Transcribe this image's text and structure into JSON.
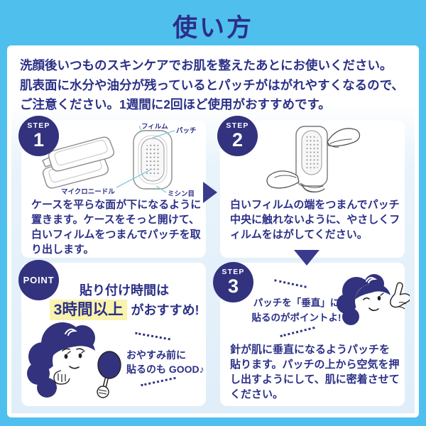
{
  "header": {
    "title": "使い方"
  },
  "intro": {
    "lines": [
      "洗顔後いつものスキンケアでお肌を整えたあとにお使いください。",
      "肌表面に水分や油分が残っているとパッチがはがれやすくなるので、",
      "ご注意ください。1週間に2回ほど使用がおすすめです。"
    ]
  },
  "step1": {
    "badge_label": "STEP",
    "badge_number": "1",
    "diagram": {
      "film_label": "フィルム",
      "patch_label": "パッチ",
      "microneedle_label": "マイクロニードル",
      "perforation_label": "ミシン目"
    },
    "text_lines": [
      "ケースを平らな面が下になるように",
      "置きます。ケースをそっと開けて、",
      "白いフィルムをつまんでパッチを取",
      "り出します。"
    ]
  },
  "step2": {
    "badge_label": "STEP",
    "badge_number": "2",
    "text_lines": [
      "白いフィルムの端をつまんでパッチ",
      "中央に触れないように、やさしくフ",
      "ィルムをはがしてください。"
    ]
  },
  "point": {
    "badge_label": "POINT",
    "heading_line1": "貼り付け時間は",
    "highlight_text": "3時間以上",
    "heading_suffix": "がおすすめ!",
    "note_lines": [
      "おやすみ前に",
      "貼るのも GOOD♪"
    ]
  },
  "step3": {
    "badge_label": "STEP",
    "badge_number": "3",
    "speech_lines": [
      "パッチを「垂直」に",
      "貼るのがポイントよ!"
    ],
    "text_lines": [
      "針が肌に垂直になるようパッチを",
      "貼ります。パッチの上から空気を押",
      "し出すようにして、肌に密着させて",
      "ください。"
    ]
  },
  "colors": {
    "cyan_background": "#4FBFEE",
    "navy_badge": "#32327E",
    "text_navy": "#2B3087",
    "panel_light_blue": "#E3EFF9",
    "highlight_yellow": "#FAF3AE",
    "teal_open_arrow": "#8FC9CE",
    "leader_line_teal": "#7FCBDA",
    "arrow_indigo": "#3A3A8C"
  }
}
